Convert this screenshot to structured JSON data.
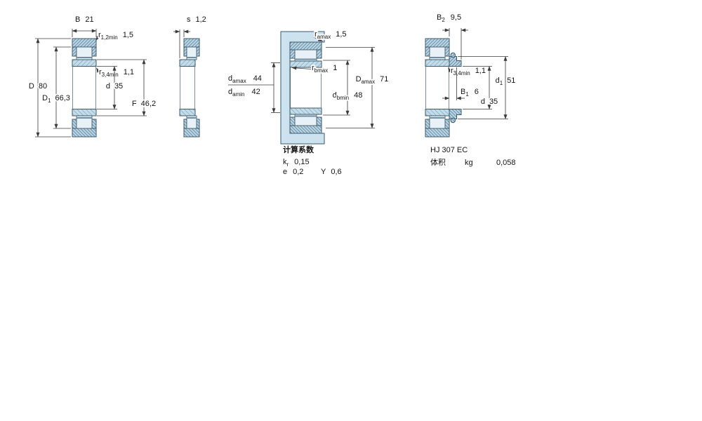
{
  "fig1": {
    "B": {
      "label": "B",
      "value": "21"
    },
    "r12": {
      "label": "r",
      "sub": "1,2min",
      "value": "1,5"
    },
    "D": {
      "label": "D",
      "value": "80"
    },
    "D1": {
      "label": "D",
      "sub": "1",
      "value": "66,3"
    },
    "r34": {
      "label": "r",
      "sub": "3,4min",
      "value": "1,1"
    },
    "d": {
      "label": "d",
      "value": "35"
    },
    "F": {
      "label": "F",
      "value": "46,2"
    }
  },
  "fig2": {
    "s": {
      "label": "s",
      "value": "1,2"
    }
  },
  "fig3": {
    "ra": {
      "label": "r",
      "sub": "amax",
      "value": "1,5"
    },
    "rb": {
      "label": "r",
      "sub": "bmax",
      "value": "1"
    },
    "damax": {
      "label": "d",
      "sub": "amax",
      "value": "44"
    },
    "damin": {
      "label": "d",
      "sub": "amin",
      "value": "42"
    },
    "Damax": {
      "label": "D",
      "sub": "amax",
      "value": "71"
    },
    "dbmin": {
      "label": "d",
      "sub": "bmin",
      "value": "48"
    },
    "factors": {
      "title": "计算系数",
      "kr": {
        "label": "k",
        "sub": "r",
        "value": "0,15"
      },
      "e": {
        "label": "e",
        "value": "0,2"
      },
      "Y": {
        "label": "Y",
        "value": "0,6"
      }
    }
  },
  "fig4": {
    "B2": {
      "label": "B",
      "sub": "2",
      "value": "9,5"
    },
    "r34": {
      "label": "r",
      "sub": "3,4min",
      "value": "1,1"
    },
    "d1": {
      "label": "d",
      "sub": "1",
      "value": "51"
    },
    "B1": {
      "label": "B",
      "sub": "1",
      "value": "6"
    },
    "d": {
      "label": "d",
      "value": "35"
    },
    "designation": "HJ 307 EC",
    "mass": {
      "label": "体积",
      "unit": "kg",
      "value": "0,058"
    }
  },
  "colors": {
    "part_fill": "#c3dcea",
    "part_fill_dark": "#b7d3e4",
    "hatch": "#4a7085",
    "outline": "#3d5a6b",
    "dim_line": "#3a3a3a"
  }
}
